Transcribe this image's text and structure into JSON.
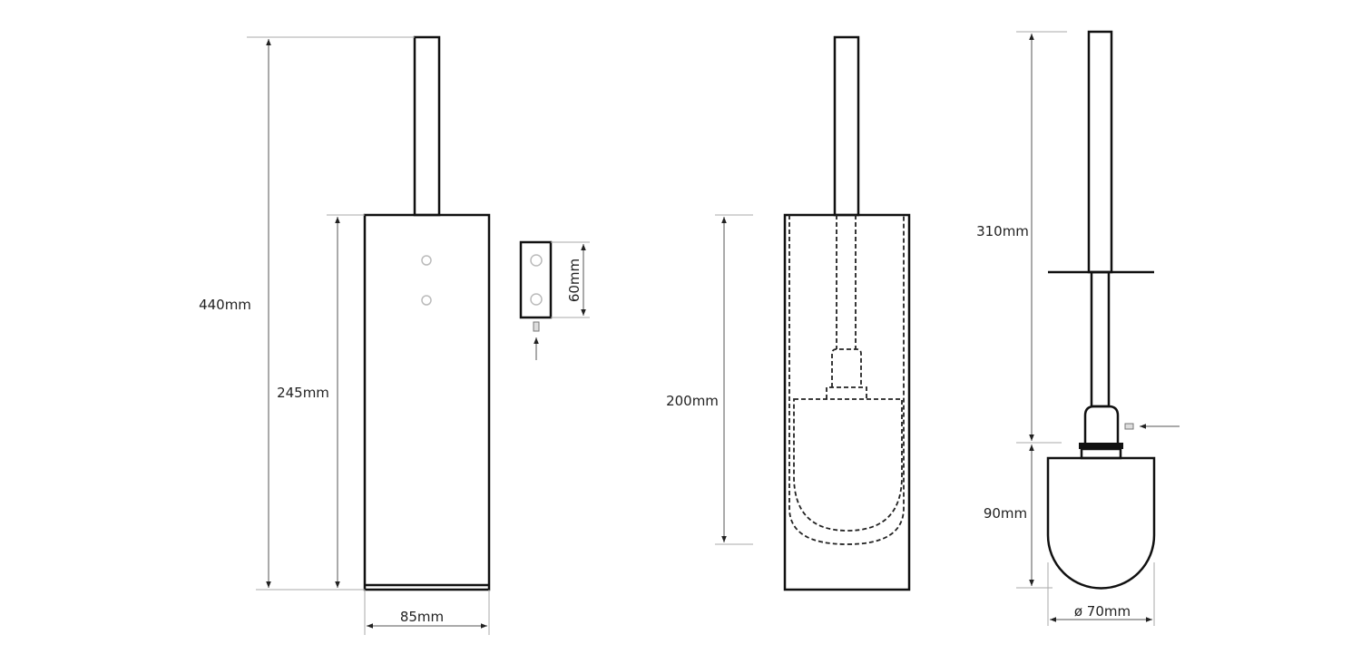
{
  "dimensions": {
    "total_height": "440mm",
    "holder_height": "245mm",
    "holder_width": "85mm",
    "bracket_height": "60mm",
    "inner_depth": "200mm",
    "handle_length": "310mm",
    "brush_head_height": "90mm",
    "brush_diameter": "ø 70mm"
  },
  "colors": {
    "line": "#111111",
    "dimension": "#555555"
  }
}
